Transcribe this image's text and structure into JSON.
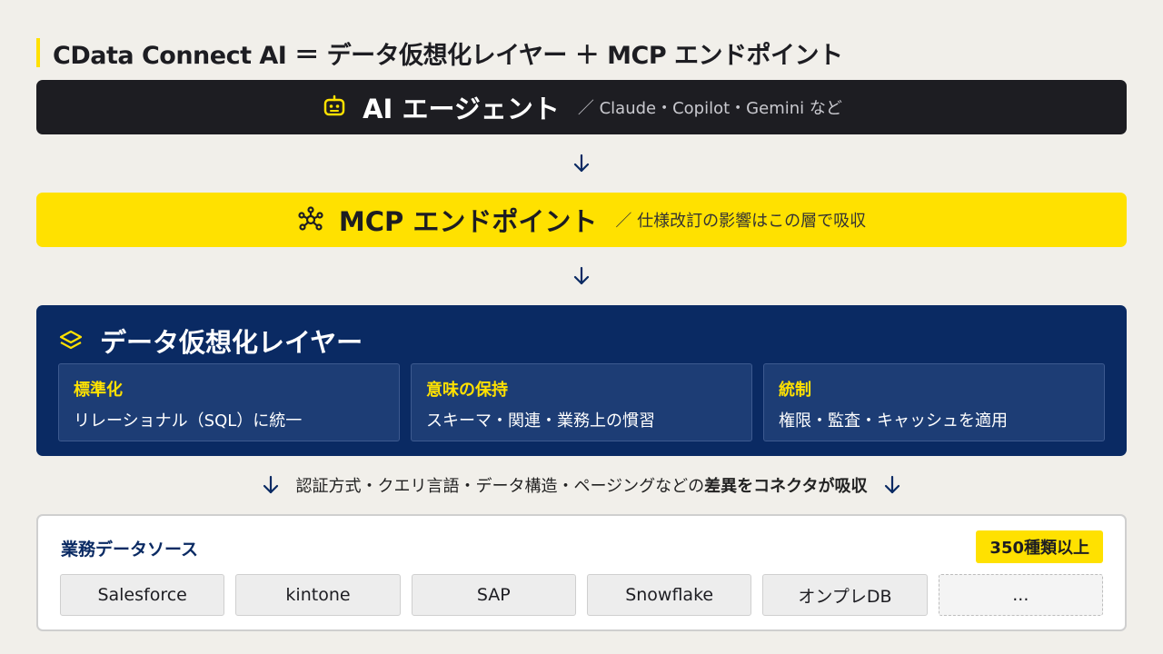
{
  "title": "CData Connect AI ＝ データ仮想化レイヤー ＋ MCP エンドポイント",
  "agent": {
    "icon": "robot-icon",
    "title": "AI エージェント",
    "subtitle": "／ Claude・Copilot・Gemini など"
  },
  "mcp": {
    "icon": "network-hub-icon",
    "title": "MCP エンドポイント",
    "subtitle": "／ 仕様改訂の影響はこの層で吸収"
  },
  "layer": {
    "icon": "layers-icon",
    "title": "データ仮想化レイヤー",
    "cards": [
      {
        "title": "標準化",
        "text": "リレーショナル（SQL）に統一"
      },
      {
        "title": "意味の保持",
        "text": "スキーマ・関連・業務上の慣習"
      },
      {
        "title": "統制",
        "text": "権限・監査・キャッシュを適用"
      }
    ]
  },
  "absorb": {
    "text": "認証方式・クエリ言語・データ構造・ページングなどの",
    "bold": "差異をコネクタが吸収"
  },
  "sources": {
    "title": "業務データソース",
    "badge": "350種類以上",
    "items": [
      "Salesforce",
      "kintone",
      "SAP",
      "Snowflake",
      "オンプレDB",
      "..."
    ]
  },
  "colors": {
    "background": "#f1efea",
    "dark": "#1d1d22",
    "yellow": "#ffe100",
    "navy": "#0a2a63",
    "arrow": "#0a2a63"
  }
}
